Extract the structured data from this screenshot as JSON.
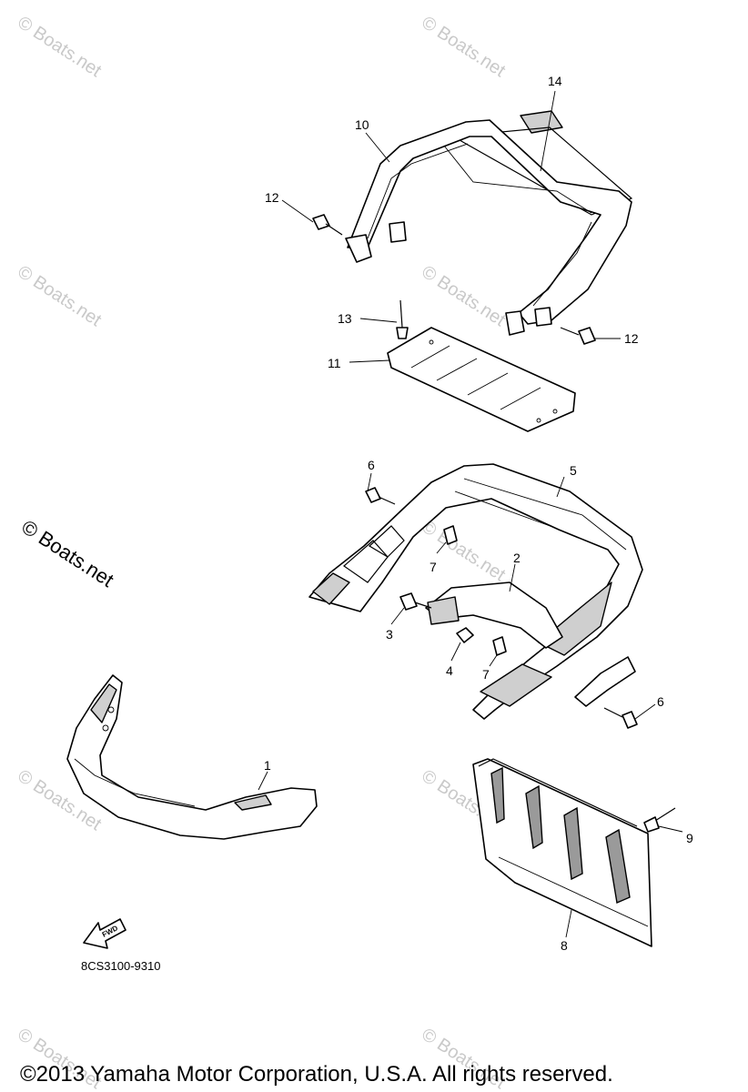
{
  "watermark": "© Boats.net",
  "callouts": {
    "c1": "1",
    "c2": "2",
    "c3": "3",
    "c4": "4",
    "c5": "5",
    "c6a": "6",
    "c6b": "6",
    "c7a": "7",
    "c7b": "7",
    "c8": "8",
    "c9": "9",
    "c10": "10",
    "c11": "11",
    "c12a": "12",
    "c12b": "12",
    "c13": "13",
    "c14": "14"
  },
  "fwd_label": "FWD",
  "part_code": "8CS3100-9310",
  "copyright": "©2013 Yamaha Motor Corporation, U.S.A. All rights reserved."
}
